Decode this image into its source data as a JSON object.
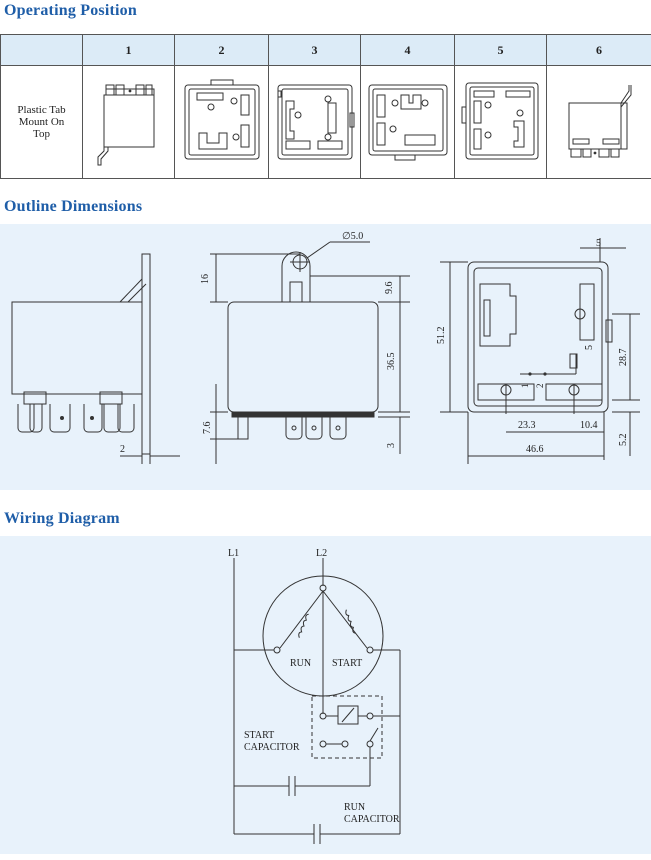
{
  "sections": {
    "operating_position": "Operating Position",
    "outline_dimensions": "Outline Dimensions",
    "wiring_diagram": "Wiring Diagram"
  },
  "table": {
    "headers": [
      "",
      "1",
      "2",
      "3",
      "4",
      "5",
      "6"
    ],
    "row_label_lines": [
      "Plastic Tab",
      "Mount On",
      "Top"
    ]
  },
  "dimensions": {
    "hole": "∅5.0",
    "d16": "16",
    "d9_6": "9.6",
    "d36_5": "36.5",
    "d7_6": "7.6",
    "d3": "3",
    "d2": "2",
    "d51_2": "51.2",
    "d5_top": "5",
    "d5_side": "5",
    "d28_7": "28.7",
    "d23_3": "23.3",
    "d10_4": "10.4",
    "d46_6": "46.6",
    "d5_2": "5.2",
    "pin1": "1",
    "pin2": "2"
  },
  "wiring": {
    "l1": "L1",
    "l2": "L2",
    "run": "RUN",
    "start": "START",
    "start_cap_1": "START",
    "start_cap_2": "CAPACITOR",
    "run_cap_1": "RUN",
    "run_cap_2": "CAPACITOR"
  },
  "colors": {
    "title": "#1f5ea8",
    "header_bg": "#dcebf7",
    "panel_bg": "#e8f2fb"
  }
}
